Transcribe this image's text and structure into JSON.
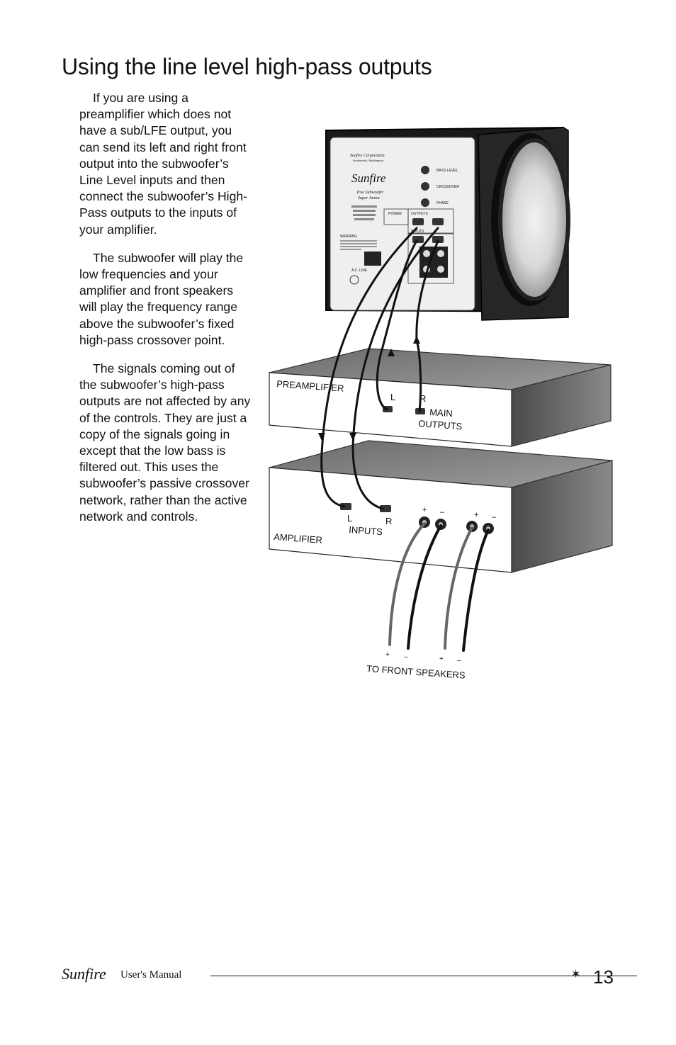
{
  "heading": "Using the line level high-pass outputs",
  "paragraphs": [
    "If you are using a preamplifier which does not have a sub/LFE output, you can send its left and right front output into the subwoofer’s Line Level inputs and then connect the subwoofer’s High-Pass outputs to the inputs of your amplifier.",
    "The subwoofer will play the low frequencies and your amplifier and front speakers will play the frequency range above the subwoofer’s fixed high-pass crossover point.",
    "The signals coming out of the subwoofer’s high-pass outputs are not affected by any of the controls. They are just a copy of the signals going in except that the low bass is filtered out. This uses the subwoofer’s passive crossover network, rather than the active network and controls."
  ],
  "diagram": {
    "preamp_label": "PREAMPLIFIER",
    "preamp_left": "L",
    "preamp_right": "R",
    "main_outputs_line1": "MAIN",
    "main_outputs_line2": "OUTPUTS",
    "amp_label": "AMPLIFIER",
    "amp_left": "L",
    "amp_right": "R",
    "inputs_label": "INPUTS",
    "plus": "+",
    "minus": "–",
    "speakers_label": "TO FRONT SPEAKERS",
    "panel": {
      "company": "Sunfire Corporation",
      "location": "Snohomish, Washington",
      "brand": "Sunfire",
      "model_line1": "True Subwoofer",
      "model_line2": "Super Junior",
      "bass_level": "BASS LEVEL",
      "crossover": "CROSSOVER",
      "phase": "PHASE",
      "power": "POWER",
      "outputs": "OUTPUTS",
      "inputs": "INPUTS",
      "ac_line": "A.C. LINE",
      "warning": "WARNING"
    }
  },
  "footer": {
    "brand": "Sunfire",
    "manual": "User's Manual",
    "star": "✶",
    "page_number": "13"
  }
}
